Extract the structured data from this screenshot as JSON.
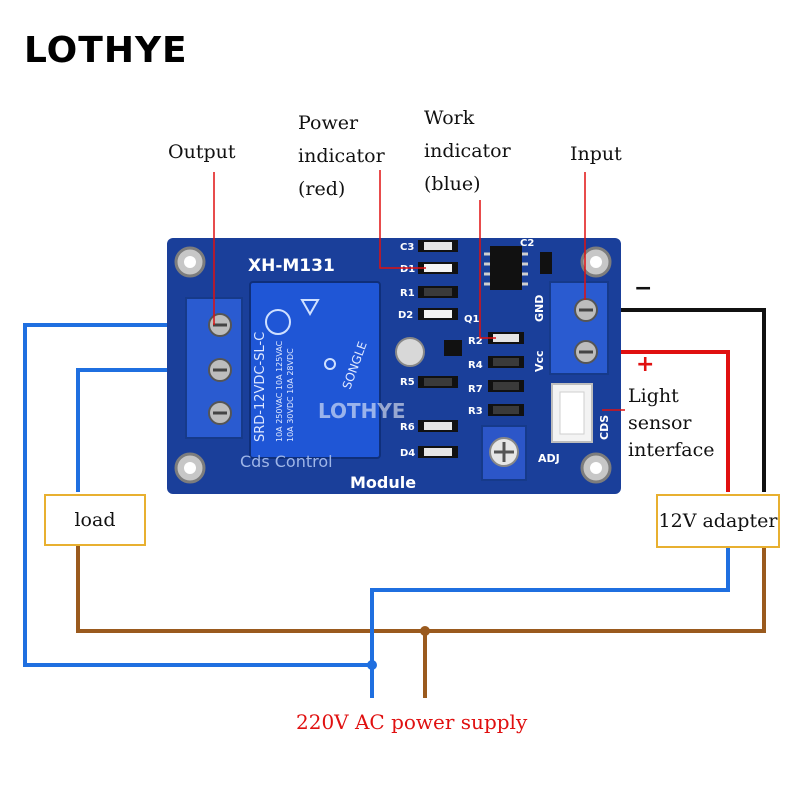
{
  "brand": "LOTHYE",
  "board": {
    "model": "XH-M131",
    "footer_line1": "Cds Control",
    "footer_line2": "Module",
    "watermark": "LOTHYE",
    "relay_model": "SRD-12VDC-SL-C",
    "relay_rating_1": "10A 250VAC  10A 125VAC",
    "relay_rating_2": "10A 30VDC  10A 28VDC",
    "relay_brand": "SONGLE",
    "pins": {
      "gnd": "GND",
      "vcc": "Vcc",
      "cds": "CDS",
      "adj": "ADJ"
    },
    "components": [
      "C3",
      "D1",
      "R1",
      "D2",
      "Q1",
      "R2",
      "R4",
      "R5",
      "R7",
      "R3",
      "R6",
      "D4",
      "C2"
    ]
  },
  "labels": {
    "output": "Output",
    "power_indicator": [
      "Power",
      "indicator",
      "(red)"
    ],
    "work_indicator": [
      "Work",
      "indicator",
      "(blue)"
    ],
    "input": "Input",
    "light_sensor": [
      "Light",
      "sensor",
      "interface"
    ],
    "load": "load",
    "adapter": "12V adapter",
    "supply": "220V AC power supply",
    "minus": "−",
    "plus": "+"
  },
  "colors": {
    "board": "#1a3f9a",
    "terminal": "#2a5bd0",
    "wire_blue": "#1f6fe0",
    "wire_brown": "#9a5a1e",
    "wire_red": "#e01010",
    "wire_black": "#111111",
    "box_border": "#e8b030"
  }
}
